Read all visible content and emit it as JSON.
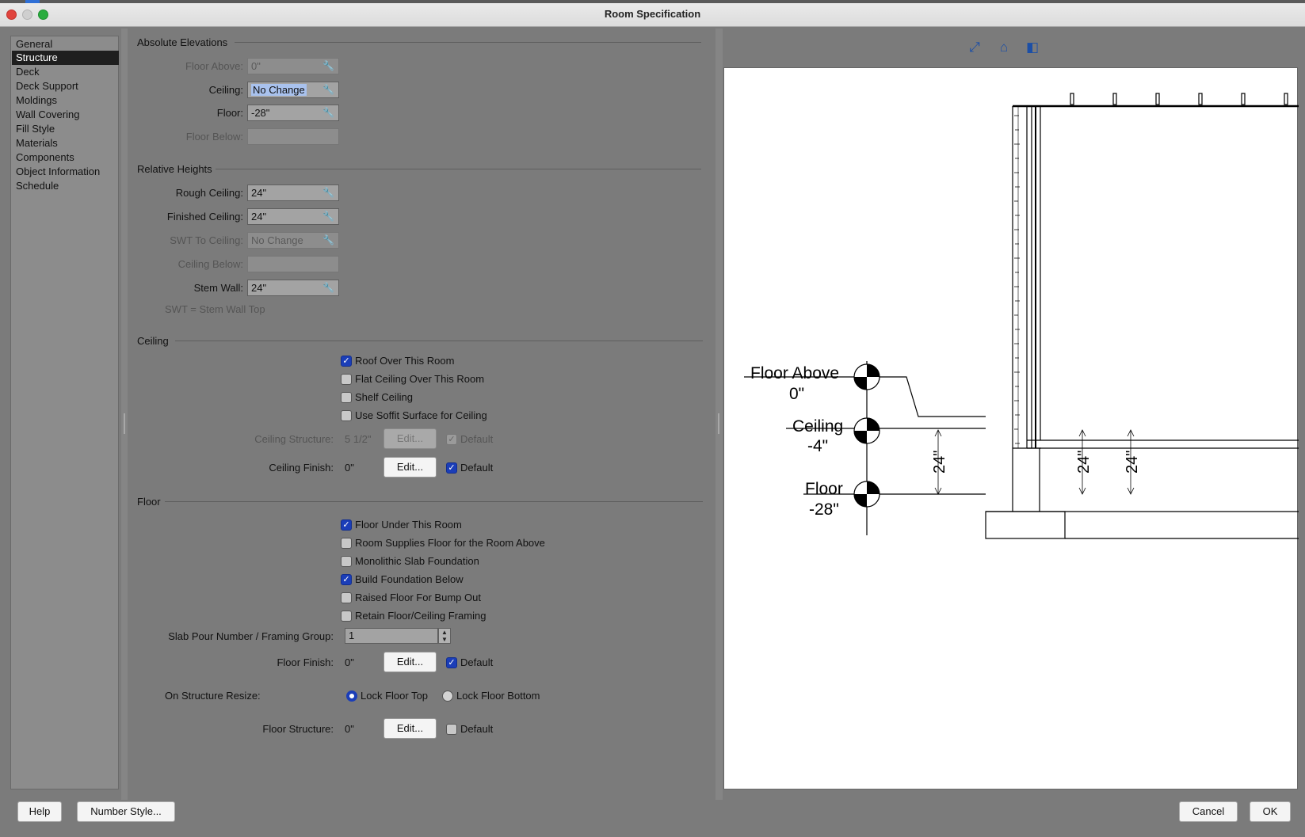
{
  "window": {
    "title": "Room Specification"
  },
  "sidebar": {
    "items": [
      {
        "label": "General"
      },
      {
        "label": "Structure",
        "selected": true
      },
      {
        "label": "Deck"
      },
      {
        "label": "Deck Support"
      },
      {
        "label": "Moldings"
      },
      {
        "label": "Wall Covering"
      },
      {
        "label": "Fill Style"
      },
      {
        "label": "Materials"
      },
      {
        "label": "Components"
      },
      {
        "label": "Object Information"
      },
      {
        "label": "Schedule"
      }
    ]
  },
  "absolute_elevations": {
    "title": "Absolute Elevations",
    "floor_above": {
      "label": "Floor Above:",
      "value": "0\""
    },
    "ceiling": {
      "label": "Ceiling:",
      "value": "No Change"
    },
    "floor": {
      "label": "Floor:",
      "value": "-28\""
    },
    "floor_below": {
      "label": "Floor Below:",
      "value": ""
    }
  },
  "relative_heights": {
    "title": "Relative Heights",
    "rough_ceiling": {
      "label": "Rough Ceiling:",
      "value": "24\""
    },
    "finished_ceiling": {
      "label": "Finished Ceiling:",
      "value": "24\""
    },
    "swt_to_ceiling": {
      "label": "SWT To Ceiling:",
      "value": "No Change"
    },
    "ceiling_below": {
      "label": "Ceiling Below:",
      "value": ""
    },
    "stem_wall": {
      "label": "Stem Wall:",
      "value": "24\""
    },
    "note": "SWT = Stem Wall Top"
  },
  "ceiling": {
    "title": "Ceiling",
    "roof_over": {
      "label": "Roof Over This Room",
      "checked": true
    },
    "flat_ceiling": {
      "label": "Flat Ceiling Over This Room",
      "checked": false
    },
    "shelf_ceiling": {
      "label": "Shelf Ceiling",
      "checked": false
    },
    "use_soffit": {
      "label": "Use Soffit Surface for Ceiling",
      "checked": false
    },
    "structure": {
      "label": "Ceiling Structure:",
      "value": "5 1/2\"",
      "edit": "Edit...",
      "default": "Default",
      "default_checked": true
    },
    "finish": {
      "label": "Ceiling Finish:",
      "value": "0\"",
      "edit": "Edit...",
      "default": "Default",
      "default_checked": true
    }
  },
  "floor": {
    "title": "Floor",
    "floor_under": {
      "label": "Floor Under This Room",
      "checked": true
    },
    "room_supplies": {
      "label": "Room Supplies Floor for the Room Above",
      "checked": false
    },
    "monolithic": {
      "label": "Monolithic Slab Foundation",
      "checked": false
    },
    "build_foundation": {
      "label": "Build Foundation Below",
      "checked": true
    },
    "raised_floor": {
      "label": "Raised Floor For Bump Out",
      "checked": false
    },
    "retain_framing": {
      "label": "Retain Floor/Ceiling Framing",
      "checked": false
    },
    "slab_pour": {
      "label": "Slab Pour Number / Framing Group:",
      "value": "1"
    },
    "finish": {
      "label": "Floor Finish:",
      "value": "0\"",
      "edit": "Edit...",
      "default": "Default",
      "default_checked": true
    },
    "resize": {
      "label": "On Structure Resize:",
      "lock_top": "Lock Floor Top",
      "lock_bottom": "Lock Floor Bottom",
      "selected": "lock_top"
    },
    "structure": {
      "label": "Floor Structure:",
      "value": "0\"",
      "edit": "Edit...",
      "default": "Default",
      "default_checked": false
    }
  },
  "preview": {
    "labels": {
      "floor_above_name": "Floor Above",
      "floor_above_value": "0\"",
      "ceiling_name": "Ceiling",
      "ceiling_value": "-4\"",
      "floor_name": "Floor",
      "floor_value": "-28\"",
      "dim1": "24\"",
      "dim2": "24\"",
      "dim3": "24\""
    }
  },
  "buttons": {
    "help": "Help",
    "number_style": "Number Style...",
    "cancel": "Cancel",
    "ok": "OK"
  },
  "colors": {
    "accent": "#1b3eb8",
    "selected_nav": "#1f1f1f",
    "close": "#e0443e",
    "minimize": "#cfcfcf",
    "zoom": "#2aac3e"
  }
}
